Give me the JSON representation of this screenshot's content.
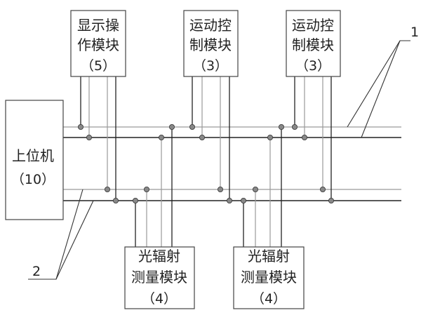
{
  "modules": {
    "display": {
      "line1": "显示操",
      "line2": "作模块",
      "line3": "（5）"
    },
    "motion_a": {
      "line1": "运动控",
      "line2": "制模块",
      "line3": "（3）"
    },
    "motion_b": {
      "line1": "运动控",
      "line2": "制模块",
      "line3": "（3）"
    },
    "host": {
      "line1": "上位机",
      "line2": "（10）"
    },
    "rad_a": {
      "line1": "光辐射",
      "line2": "测量模块",
      "line3": "（4）"
    },
    "rad_b": {
      "line1": "光辐射",
      "line2": "测量模块",
      "line3": "（4）"
    }
  },
  "callouts": {
    "bus_upper": "1",
    "bus_lower": "2"
  }
}
